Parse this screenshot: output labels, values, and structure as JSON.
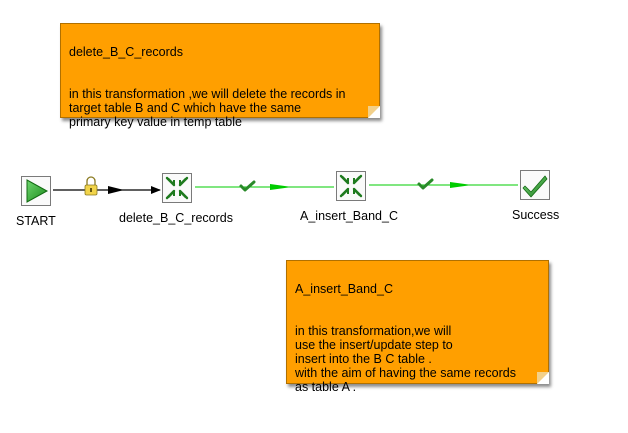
{
  "notes": [
    {
      "title": "delete_B_C_records",
      "body": "in this transformation ,we will delete the records in\ntarget table B and C which have the same\nprimary key value in temp table"
    },
    {
      "title": "A_insert_Band_C",
      "body": "in this transformation,we will\nuse the insert/update step to\ninsert into the B C table .\nwith the aim of having the same records\nas table A ."
    }
  ],
  "steps": [
    {
      "id": "start",
      "label": "START",
      "icon": "start-play-icon"
    },
    {
      "id": "delete",
      "label": "delete_B_C_records",
      "icon": "transformation-icon"
    },
    {
      "id": "insert",
      "label": "A_insert_Band_C",
      "icon": "transformation-icon"
    },
    {
      "id": "success",
      "label": "Success",
      "icon": "success-check-icon"
    }
  ],
  "hops": [
    {
      "from": "start",
      "to": "delete",
      "type": "unconditional",
      "icon": "lock-icon",
      "color": "#000000"
    },
    {
      "from": "delete",
      "to": "insert",
      "type": "on-success",
      "icon": "checkmark-icon",
      "color": "#00cc00"
    },
    {
      "from": "insert",
      "to": "success",
      "type": "on-success",
      "icon": "checkmark-icon",
      "color": "#00cc00"
    }
  ],
  "colors": {
    "note_fill": "#ff9f00",
    "success_hop": "#00cc00",
    "unconditional_hop": "#000000",
    "start_green": "#2aa12a",
    "transformation_green": "#1e7a1e"
  }
}
